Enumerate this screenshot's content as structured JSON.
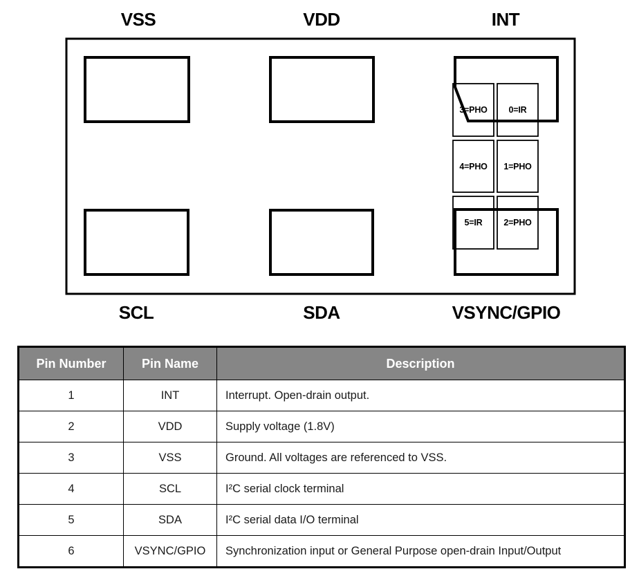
{
  "diagram": {
    "top_pins": [
      {
        "label": "VSS"
      },
      {
        "label": "VDD"
      },
      {
        "label": "INT"
      }
    ],
    "bottom_pins": [
      {
        "label": "SCL"
      },
      {
        "label": "SDA"
      },
      {
        "label": "VSYNC/GPIO"
      }
    ],
    "sensor_cells": [
      {
        "label": "3=PHO"
      },
      {
        "label": "0=IR"
      },
      {
        "label": "4=PHO"
      },
      {
        "label": "1=PHO"
      },
      {
        "label": "5=IR"
      },
      {
        "label": "2=PHO"
      }
    ]
  },
  "table": {
    "headers": [
      "Pin Number",
      "Pin Name",
      "Description"
    ],
    "rows": [
      {
        "number": "1",
        "name": "INT",
        "description": "Interrupt. Open-drain output."
      },
      {
        "number": "2",
        "name": "VDD",
        "description": "Supply voltage (1.8V)"
      },
      {
        "number": "3",
        "name": "VSS",
        "description": "Ground. All voltages are referenced to VSS."
      },
      {
        "number": "4",
        "name": "SCL",
        "description": "I²C serial clock terminal"
      },
      {
        "number": "5",
        "name": "SDA",
        "description": "I²C serial data I/O terminal"
      },
      {
        "number": "6",
        "name": "VSYNC/GPIO",
        "description": "Synchronization input or General Purpose open-drain Input/Output"
      }
    ]
  },
  "colors": {
    "line": "#000000",
    "header_bg": "#868686",
    "header_text": "#ffffff"
  }
}
